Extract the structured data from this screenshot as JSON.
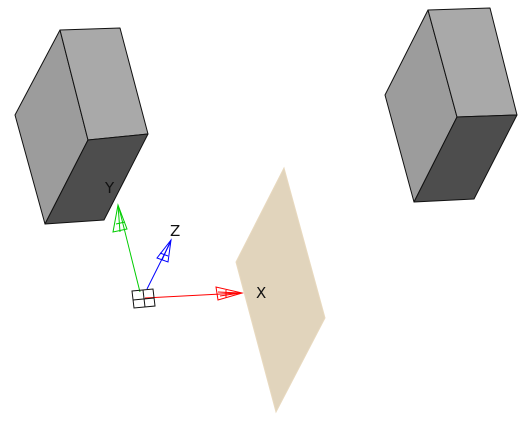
{
  "viewport": {
    "background": "#ffffff"
  },
  "axes": {
    "x": {
      "label": "X",
      "color": "#ff0000"
    },
    "y": {
      "label": "Y",
      "color": "#00cc00"
    },
    "z": {
      "label": "Z",
      "color": "#0000ff"
    }
  },
  "objects": {
    "box_left": {
      "colors": {
        "top": "#a9a9a9",
        "side": "#9c9c9c",
        "front": "#4d4d4d"
      }
    },
    "box_right": {
      "colors": {
        "top": "#a9a9a9",
        "side": "#9c9c9c",
        "front": "#4d4d4d"
      }
    },
    "plane": {
      "fill": "#e1d4bc"
    }
  },
  "icons": {
    "origin": "coordinate-origin-icon"
  }
}
